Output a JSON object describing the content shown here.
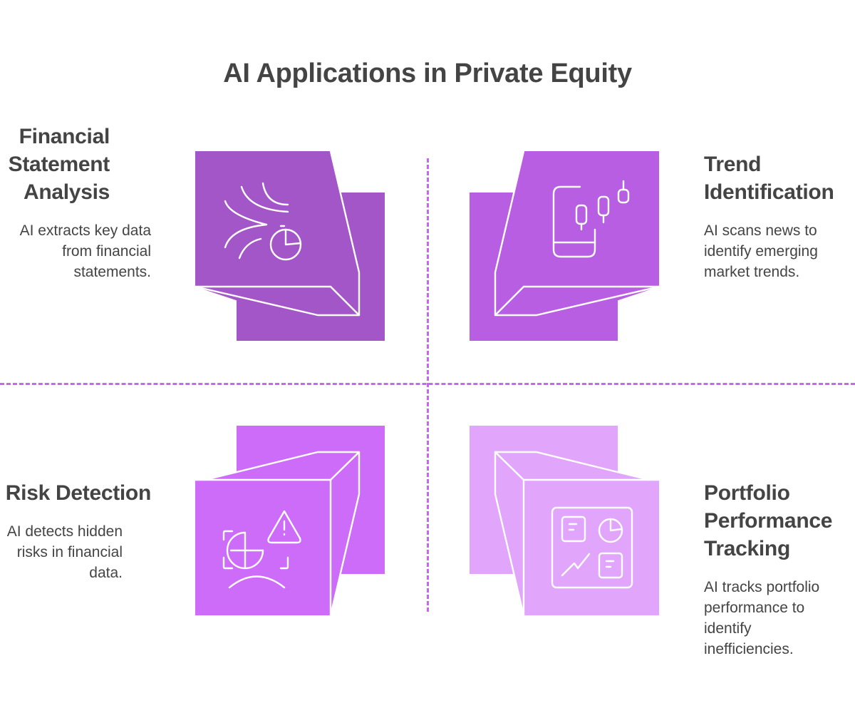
{
  "title": "AI Applications in Private Equity",
  "quadrants": [
    {
      "position": "top-left",
      "heading": "Financial Statement Analysis",
      "heading_lines": [
        "Financial",
        "Statement",
        "Analysis"
      ],
      "description_lines": [
        "AI extracts key data",
        "from financial",
        "statements."
      ],
      "description": "AI extracts key data from financial statements.",
      "icon": "data-flow-pie-chart-icon",
      "color": "#a356c8"
    },
    {
      "position": "top-right",
      "heading": "Trend Identification",
      "heading_lines": [
        "Trend",
        "Identification"
      ],
      "description_lines": [
        "AI scans news to",
        "identify emerging",
        "market trends."
      ],
      "description": "AI scans news to identify emerging market trends.",
      "icon": "mobile-candlestick-chart-icon",
      "color": "#b85ee3"
    },
    {
      "position": "bottom-left",
      "heading": "Risk Detection",
      "heading_lines": [
        "Risk Detection"
      ],
      "description_lines": [
        "AI detects hidden",
        "risks in financial",
        "data."
      ],
      "description": "AI detects hidden risks in financial data.",
      "icon": "risk-scan-warning-icon",
      "color": "#cd6cf8"
    },
    {
      "position": "bottom-right",
      "heading": "Portfolio Performance Tracking",
      "heading_lines": [
        "Portfolio",
        "Performance",
        "Tracking"
      ],
      "description_lines": [
        "AI tracks portfolio",
        "performance to",
        "identify",
        "inefficiencies."
      ],
      "description": "AI tracks portfolio performance to identify inefficiencies.",
      "icon": "dashboard-icon",
      "color": "#e2a5fc"
    }
  ],
  "divider_color": "#c865f2"
}
